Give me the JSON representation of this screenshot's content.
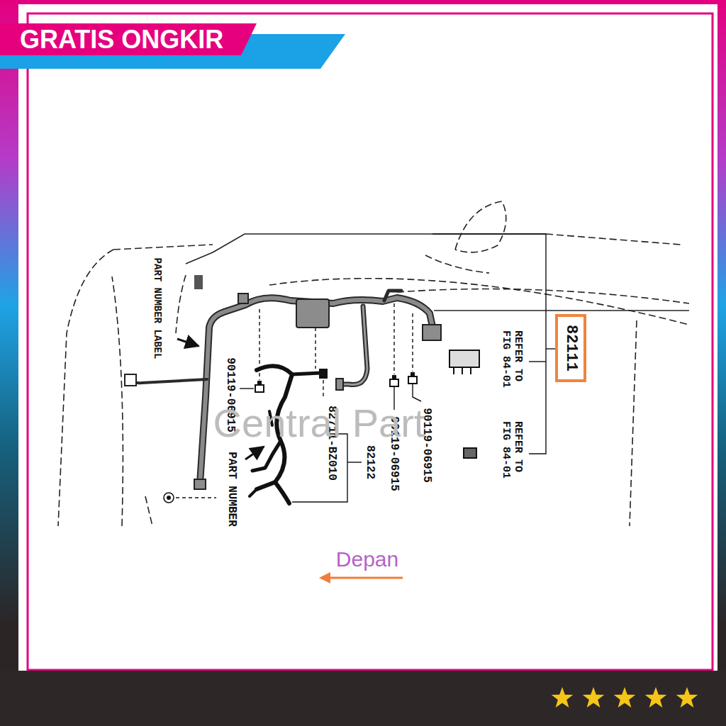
{
  "diagram": {
    "nodes": [
      {
        "text": [
          "GRATIS ONGKIR"
        ]
      },
      {
        "text": [
          "82111"
        ]
      }
    ],
    "labels": [
      "PART NUMBER LABEL",
      "90119-06915",
      "PART NUMBER",
      "82711-BZ010",
      "82122",
      "90119-06915",
      "90119-06915",
      "REFER TO FIG 84-01",
      "REFER TO FIG 84-01",
      "Central Part",
      "Depan"
    ]
  }
}
